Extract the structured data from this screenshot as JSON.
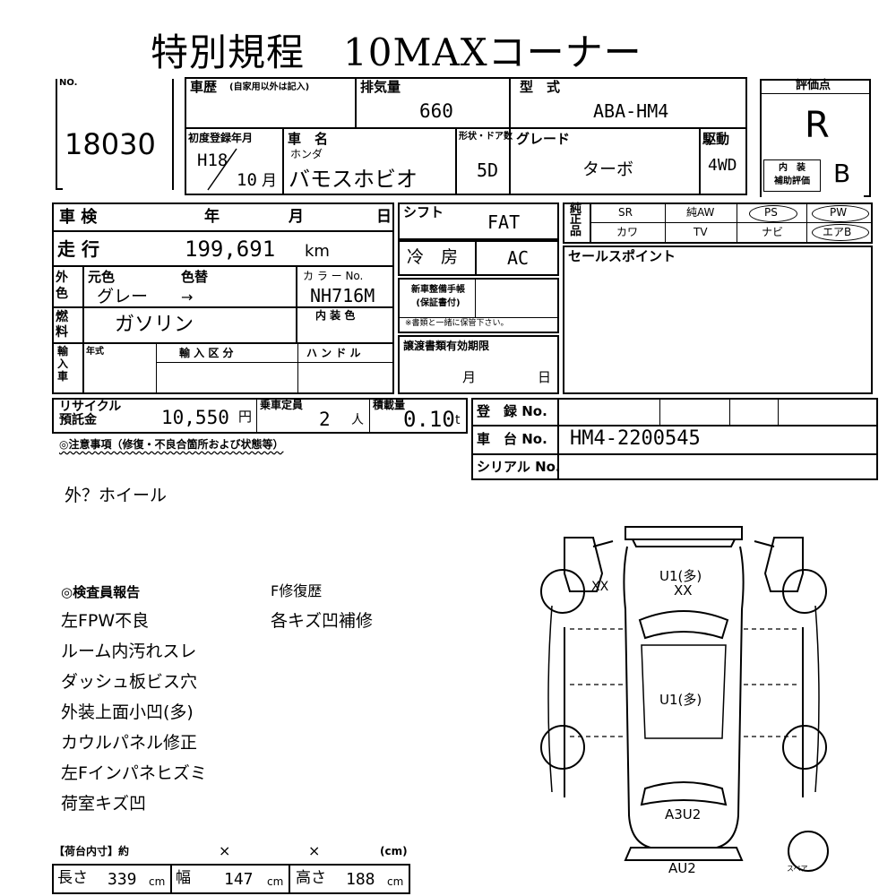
{
  "title": "特別規程　10MAXコーナー",
  "no_label": "NO.",
  "lot_no": "18030",
  "history": {
    "label": "車歴",
    "sub": "(自家用以外は記入)"
  },
  "displacement": {
    "label": "排気量",
    "value": "660"
  },
  "model": {
    "label": "型　式",
    "value": "ABA-HM4"
  },
  "rating": {
    "label": "評価点",
    "value": "R",
    "interior_label": "内　装\n補助評価",
    "interior_value": "B"
  },
  "first_reg": {
    "label": "初度登録年月",
    "year": "H18",
    "month": "10",
    "month_unit": "月"
  },
  "car_name": {
    "label": "車　名",
    "maker": "ホンダ",
    "value": "バモスホビオ"
  },
  "doors": {
    "label": "形状・ドア数",
    "value": "5D"
  },
  "grade": {
    "label": "グレード",
    "value": "ターボ"
  },
  "drive": {
    "label": "駆動",
    "value": "4WD"
  },
  "inspection": {
    "label": "車 検",
    "year": "年",
    "month": "月",
    "day": "日"
  },
  "shift": {
    "label": "シフト",
    "value": "FAT"
  },
  "mileage": {
    "label": "走 行",
    "value": "199,691",
    "unit": "km"
  },
  "aircon": {
    "label": "冷　房",
    "value": "AC"
  },
  "color": {
    "label": "外\n色",
    "orig_label": "元色",
    "change_label": "色替",
    "value": "グレー",
    "arrow": "→",
    "code_label": "カ ラ ー No.",
    "code": "NH716M"
  },
  "maint": {
    "label": "新車整備手帳\n(保証書付)",
    "note": "※書類と一緒に保管下さい。"
  },
  "fuel": {
    "label": "燃\n料",
    "value": "ガソリン",
    "interior_color_label": "内 装 色"
  },
  "import": {
    "label": "輸\n入\n車",
    "year_label": "年式",
    "class_label": "輸 入 区 分",
    "handle_label": "ハ ン ド ル"
  },
  "transfer": {
    "label": "譲渡書類有効期限",
    "month": "月",
    "day": "日"
  },
  "recycle": {
    "label": "リサイクル\n預託金",
    "value": "10,550",
    "unit": "円"
  },
  "capacity": {
    "label": "乗車定員",
    "value": "2",
    "unit": "人"
  },
  "load": {
    "label": "積載量",
    "value": "0.10",
    "unit": "t"
  },
  "registration": {
    "label": "登　録 No."
  },
  "chassis": {
    "label": "車　台 No.",
    "value": "HM4-2200545"
  },
  "serial": {
    "label": "シリアル No."
  },
  "equip": {
    "label": "純\n正\n品",
    "row1": [
      "SR",
      "純AW",
      "PS",
      "PW"
    ],
    "row2": [
      "カワ",
      "TV",
      "ナビ",
      "エアB"
    ]
  },
  "sales_point": {
    "label": "セールスポイント"
  },
  "notes": {
    "label": "◎注意事項（修復・不良合箇所および状態等）",
    "text": "外？ホイール"
  },
  "inspector": {
    "label": "◎検査員報告",
    "items": [
      "左FPW不良",
      "ルーム内汚れスレ",
      "ダッシュ板ビス穴",
      "外装上面小凹(多)",
      "カウルパネル修正",
      "左Fインパネヒズミ",
      "荷室キズ凹"
    ],
    "right_items": [
      "F修復歴",
      "各キズ凹補修"
    ]
  },
  "cargo": {
    "label": "【荷台内寸】約",
    "x1": "×",
    "x2": "×",
    "unit": "(cm)",
    "length_label": "長さ",
    "length": "339",
    "width_label": "幅",
    "width": "147",
    "height_label": "高さ",
    "height": "188",
    "cm": "cm"
  },
  "diagram": {
    "xx_left": "XX",
    "u1_top": "U1(多)",
    "xx_top": "XX",
    "u1_mid": "U1(多)",
    "a3u2": "A3U2",
    "au2": "AU2",
    "spare": "スペア"
  }
}
